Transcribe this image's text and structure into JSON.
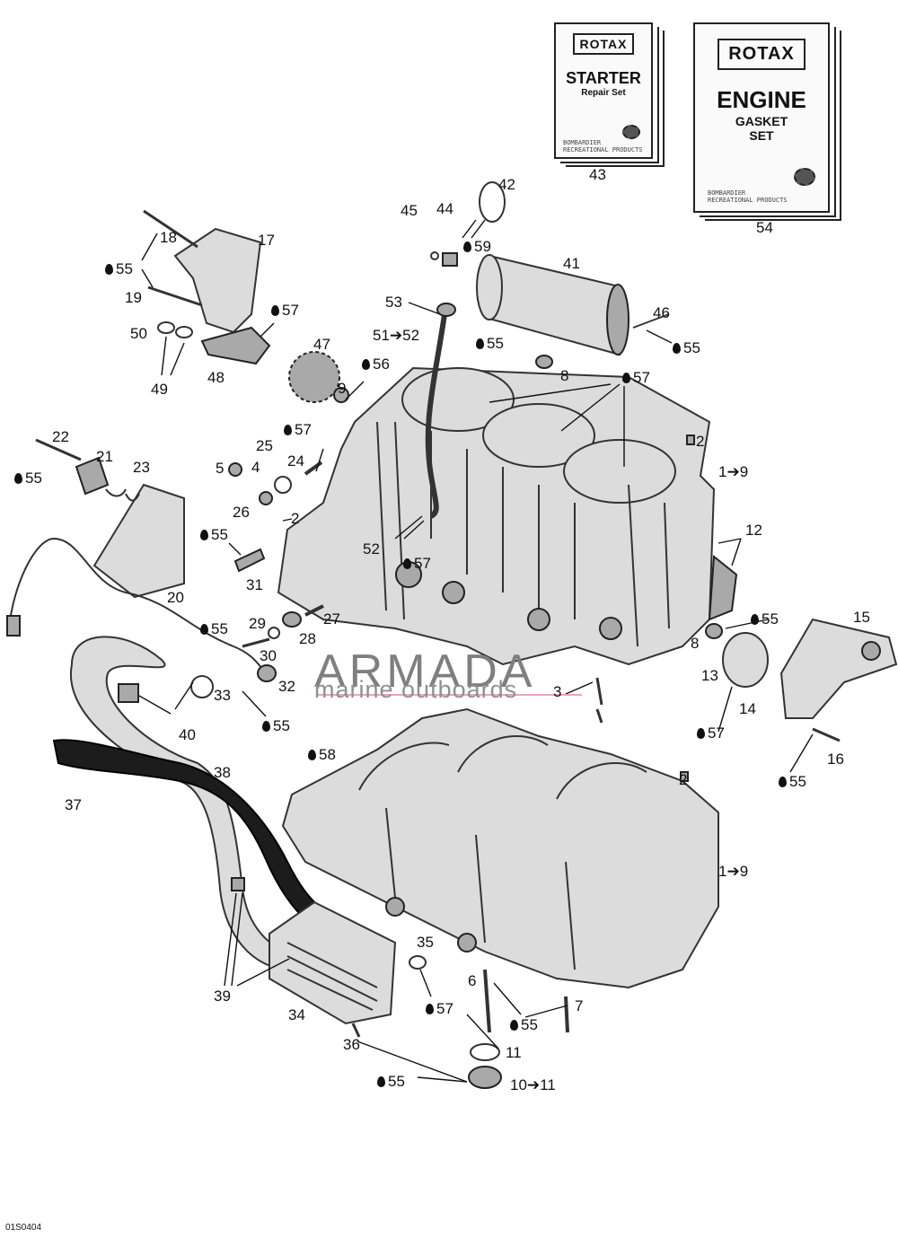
{
  "kits": {
    "starter": {
      "brand": "ROTAX",
      "title": "STARTER",
      "subtitle": "Repair Set",
      "fine_print": [
        "BOMBARDIER",
        "RECREATIONAL PRODUCTS"
      ]
    },
    "gasket": {
      "brand": "ROTAX",
      "title": "ENGINE",
      "subtitle_1": "GASKET",
      "subtitle_2": "SET",
      "fine_print": [
        "BOMBARDIER",
        "RECREATIONAL PRODUCTS"
      ]
    }
  },
  "callouts": {
    "c43": "43",
    "c54": "54",
    "c42": "42",
    "c45": "45",
    "c44": "44",
    "c59": "59",
    "c41": "41",
    "c18": "18",
    "c17": "17",
    "c55a": "55",
    "c19": "19",
    "c57a": "57",
    "c50": "50",
    "c47": "47",
    "c49": "49",
    "c48": "48",
    "c53": "53",
    "c51_52": "51➔52",
    "c46": "46",
    "c55b": "55",
    "c55c": "55",
    "c8a": "8",
    "c56": "56",
    "c9a": "9",
    "c57b": "57",
    "c2a": "2",
    "c1_9a": "1➔9",
    "c22": "22",
    "c21": "21",
    "c23": "23",
    "c55d": "55",
    "c57c": "57",
    "c25": "25",
    "c24": "24",
    "c5": "5",
    "c4": "4",
    "c26": "26",
    "c2b": "2",
    "c12": "12",
    "c55e": "55",
    "c52": "52",
    "c57d": "57",
    "c31": "31",
    "c20": "20",
    "c55f": "55",
    "c29": "29",
    "c27": "27",
    "c30": "30",
    "c28": "28",
    "c15": "15",
    "c55g": "55",
    "c8b": "8",
    "c13": "13",
    "c32": "32",
    "c14": "14",
    "c33": "33",
    "c55h": "55",
    "c40": "40",
    "c3": "3",
    "c57e": "57",
    "c16": "16",
    "c58": "58",
    "c38": "38",
    "c2c": "2",
    "c55i": "55",
    "c37": "37",
    "c1_9b": "1➔9",
    "c35": "35",
    "c6": "6",
    "c39": "39",
    "c57f": "57",
    "c55j": "55",
    "c7": "7",
    "c34": "34",
    "c11": "11",
    "c36": "36",
    "c55k": "55",
    "c10_11": "10➔11"
  },
  "watermark": {
    "name": "ARMADA",
    "tagline": "marine outboards",
    "accent_color": "#e8a3c9"
  },
  "reference_code": "01S0404",
  "icons": {
    "lubricant": "oil-drop-icon"
  }
}
